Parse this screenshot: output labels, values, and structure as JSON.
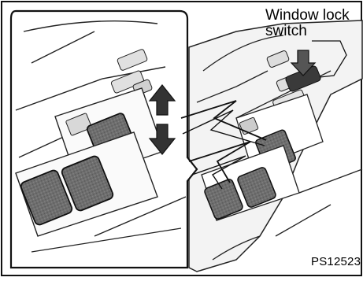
{
  "figure": {
    "callout": {
      "line1": "Window lock",
      "line2": "switch"
    },
    "figure_code": "PS12523",
    "icons": {
      "up_arrow": "up-arrow-icon",
      "down_arrow": "down-arrow-icon",
      "zoom_lightning": "zigzag-zoom-indicator-icon"
    },
    "colors": {
      "outline": "#1a1a1a",
      "panel_fill": "#ededed",
      "button_fill": "#6b6b6b",
      "button_dark": "#3a3a3a"
    }
  }
}
